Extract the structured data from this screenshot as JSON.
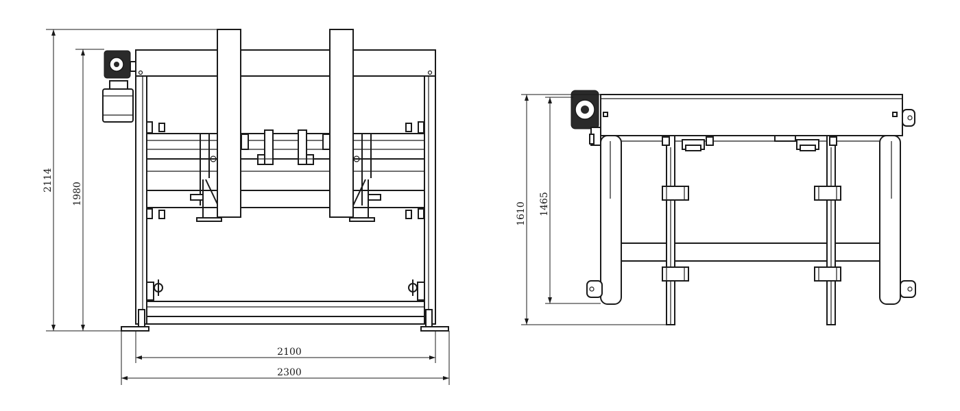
{
  "dimensions": {
    "front_view": {
      "overall_height": "2114",
      "frame_height": "1980",
      "inner_width": "2100",
      "overall_width": "2300"
    },
    "side_view": {
      "overall_height": "1610",
      "frame_height": "1465"
    }
  }
}
